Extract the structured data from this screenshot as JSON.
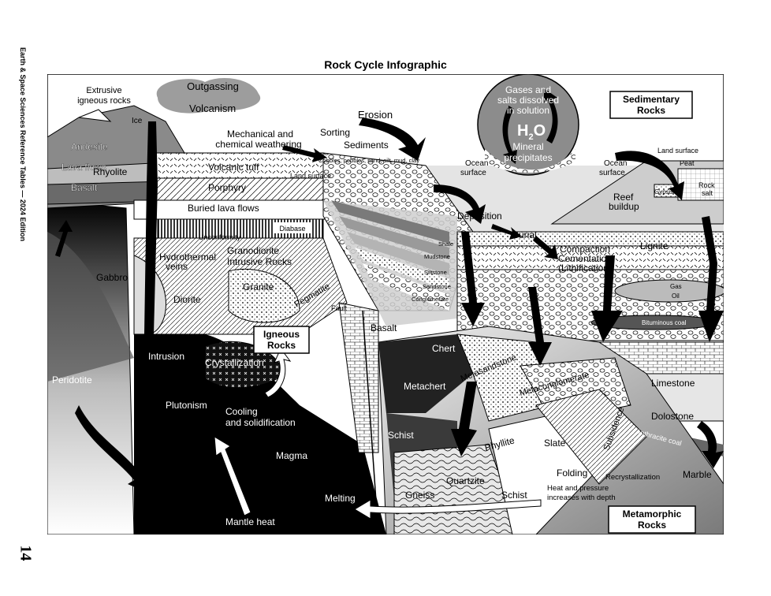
{
  "side_header": "Earth & Space Sciences Reference Tables — 2024 Edition",
  "page_number": "14",
  "title": "Rock Cycle Infographic",
  "labels": {
    "extrusive": [
      "Extrusive",
      "igneous rocks"
    ],
    "outgassing": "Outgassing",
    "volcanism": "Volcanism",
    "ice": "Ice",
    "andesite": "Andesite",
    "lava_flows": "Lava flows",
    "rhyolite": "Rhyolite",
    "basalt_top": "Basalt",
    "mechanical": [
      "Mechanical and",
      "chemical weathering"
    ],
    "erosion": "Erosion",
    "sorting": "Sorting",
    "sediments": "Sediments",
    "cobbles": "Cobbles, pebbles, sand, silt, mud, clay",
    "volcanic_tuff": "Volcanic tuff",
    "land_surface_1": "Land surface",
    "porphyry": "Porphyry",
    "buried_lava": "Buried lava flows",
    "unconformity": "Unconformity",
    "diabase": "Diabase",
    "hydrothermal": [
      "Hydrothermal",
      "veins"
    ],
    "granodiorite": [
      "Granodiorite",
      "Intrusive Rocks"
    ],
    "gabbro": "Gabbro",
    "granite": "Granite",
    "diorite": "Diorite",
    "pegmatite": "Pegmatite",
    "fault": "Fault",
    "igneous_box": [
      "Igneous",
      "Rocks"
    ],
    "intrusion": "Intrusion",
    "crystallization": "Crystallization",
    "peridotite": "Peridotite",
    "plutonism": "Plutonism",
    "cooling": [
      "Cooling",
      "and solidification"
    ],
    "magma": "Magma",
    "melting": "Melting",
    "mantle_heat": "Mantle heat",
    "gases": [
      "Gases and",
      "salts dissolved",
      "in solution"
    ],
    "h2o": "H",
    "h2o_sub": "2",
    "h2o_o": "O",
    "mineral": [
      "Mineral",
      "precipitates"
    ],
    "ocean_surface_1": [
      "Ocean",
      "surface"
    ],
    "ocean_surface_2": [
      "Ocean",
      "surface"
    ],
    "sedimentary_box": [
      "Sedimentary",
      "Rocks"
    ],
    "land_surface_2": "Land surface",
    "peat": "Peat",
    "gypsum": "Gypsum",
    "rock_salt": [
      "Rock",
      "salt"
    ],
    "reef": [
      "Reef",
      "buildup"
    ],
    "deposition": "Deposition",
    "burial": "Burial",
    "compaction": [
      "Compaction",
      "Cementation",
      "(Lithification)"
    ],
    "lignite": "Lignite",
    "gas": "Gas",
    "oil": "Oil",
    "bituminous": "Bituminous coal",
    "shale": "Shale",
    "mudstone": "Mudstone",
    "siltstone": "Siltstone",
    "sandstone": "Sandstone",
    "conglomerate": "Conglomerate",
    "basalt_mid": "Basalt",
    "chert": "Chert",
    "metachert": "Metachert",
    "metasandstone": "Metasandstone",
    "metaconglomerate": "Metaconglomerate",
    "limestone": "Limestone",
    "dolostone": "Dolostone",
    "subsidence": "Subsidence",
    "anthracite": "Anthracite coal",
    "schist_1": "Schist",
    "schist_2": "Schist",
    "phyllite": "Phyllite",
    "slate": "Slate",
    "quartzite": "Quartzite",
    "gneiss": "Gneiss",
    "folding": "Folding",
    "recrystallization": "Recrystallization",
    "marble": "Marble",
    "heat_pressure": [
      "Heat and pressure",
      "increases with depth"
    ],
    "metamorphic_box": [
      "Metamorphic",
      "Rocks"
    ]
  }
}
